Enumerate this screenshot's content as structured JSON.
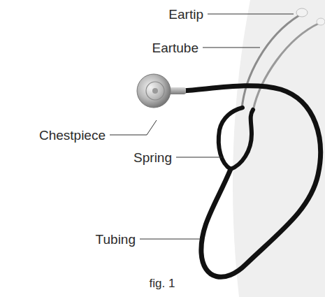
{
  "diagram": {
    "caption": "fig. 1",
    "labels": [
      "Eartip",
      "Eartube",
      "Chestpiece",
      "Spring",
      "Tubing"
    ]
  }
}
